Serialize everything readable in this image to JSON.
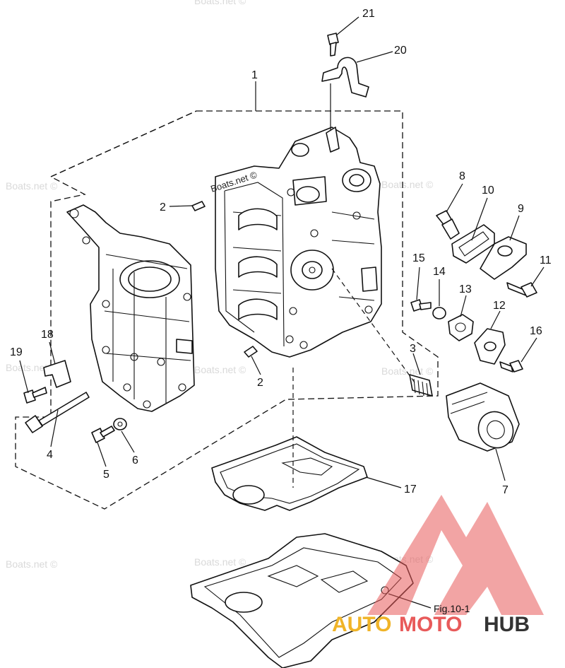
{
  "diagram": {
    "callouts": {
      "c1": "1",
      "c2a": "2",
      "c2b": "2",
      "c3": "3",
      "c4": "4",
      "c5": "5",
      "c6": "6",
      "c7": "7",
      "c8": "8",
      "c9": "9",
      "c10": "10",
      "c11": "11",
      "c12": "12",
      "c13": "13",
      "c14": "14",
      "c15": "15",
      "c16": "16",
      "c17": "17",
      "c18": "18",
      "c19": "19",
      "c20": "20",
      "c21": "21"
    },
    "figure_reference": "Fig.10-1"
  },
  "watermarks": {
    "boats": "Boats.net ©",
    "boats_on_part": "Boats.net ©"
  },
  "brand": {
    "auto": "AUTO",
    "moto": "MOTO",
    "hub": "HUB",
    "colors": {
      "auto": "#f0b428",
      "moto": "#e85a5a",
      "hub": "#333333",
      "triangle": "#e85a5a"
    }
  }
}
